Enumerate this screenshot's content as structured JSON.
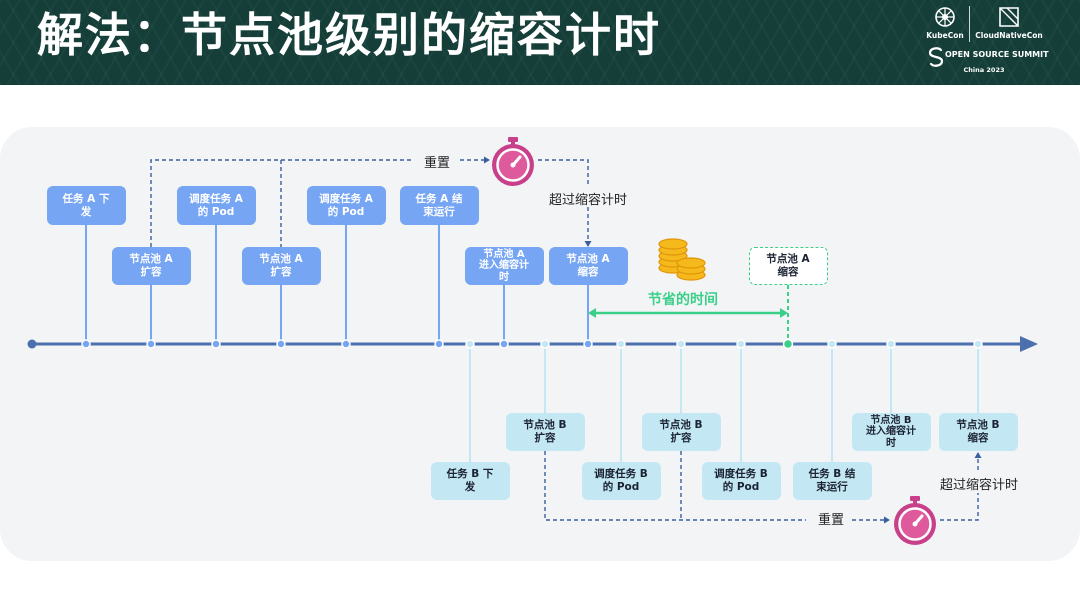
{
  "header": {
    "title": "解法：节点池级别的缩容计时",
    "logo": {
      "kubecon": "KubeCon",
      "cloudnativecon": "CloudNativeCon",
      "summit": "OPEN SOURCE SUMMIT",
      "edition": "China 2023"
    }
  },
  "diagram": {
    "pool_a": {
      "events": [
        "任务 A 下\n发",
        "节点池 A\n扩容",
        "调度任务 A\n的 Pod",
        "节点池 A\n扩容",
        "调度任务 A\n的 Pod",
        "任务 A 结\n束运行",
        "节点池 A\n进入缩容计\n时",
        "节点池 A\n缩容"
      ],
      "ideal_scale_down": "节点池 A\n缩容",
      "reset_label": "重置",
      "timeout_label": "超过缩容计时"
    },
    "pool_b": {
      "events": [
        "任务 B 下\n发",
        "节点池 B\n扩容",
        "调度任务 B\n的 Pod",
        "节点池 B\n扩容",
        "调度任务 B\n的 Pod",
        "任务 B 结\n束运行",
        "节点池 B\n进入缩容计\n时",
        "节点池 B\n缩容"
      ],
      "reset_label": "重置",
      "timeout_label": "超过缩容计时"
    },
    "saved_time_label": "节省的时间",
    "icons": [
      "stopwatch-icon",
      "coins-icon",
      "kubecon-icon",
      "cloudnativecon-icon",
      "open-source-summit-icon"
    ]
  },
  "colors": {
    "header_bg": "#153e39",
    "pool_a": "#76a5f3",
    "pool_b": "#c4e8f3",
    "timeline": "#4b70ad",
    "saved_time": "#3ccf8a",
    "stopwatch": "#c8408a",
    "coins": "#f6b91c"
  }
}
